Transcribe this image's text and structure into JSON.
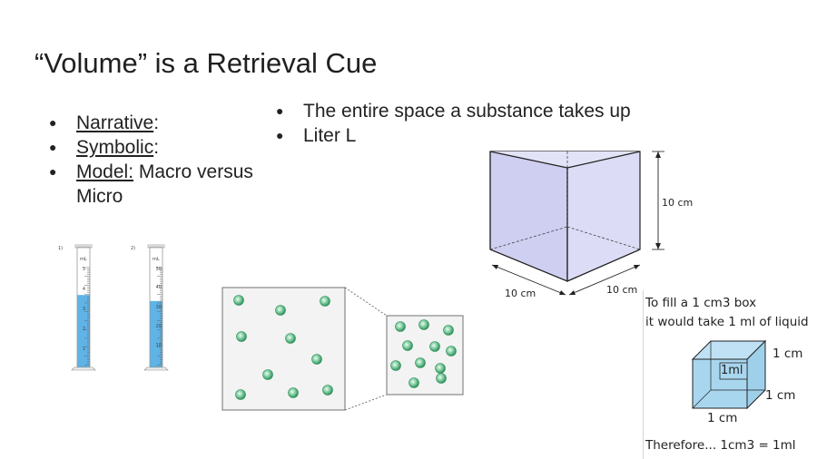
{
  "title": "“Volume” is a Retrieval Cue",
  "left_list": [
    {
      "label": "Narrative",
      "suffix": ":"
    },
    {
      "label": "Symbolic",
      "suffix": ":"
    },
    {
      "label": "Model:",
      "suffix": " Macro versus Micro"
    }
  ],
  "right_list": [
    "The entire space a substance takes up",
    "Liter L"
  ],
  "cylinders": [
    {
      "number": "1)",
      "unit": "mL",
      "fill_fraction": 0.6,
      "ticks": [
        "5",
        "4",
        "3",
        "2",
        "1"
      ]
    },
    {
      "number": "2)",
      "unit": "mL",
      "fill_fraction": 0.55,
      "ticks": [
        "50",
        "40",
        "30",
        "20",
        "10"
      ]
    }
  ],
  "cube": {
    "height_label": "10 cm",
    "depth_label": "10 cm",
    "width_label": "10 cm"
  },
  "small_box": {
    "line1": "To fill a 1 cm3 box",
    "line2": "it would take 1 ml of liquid",
    "center_label": "1ml",
    "height_label": "1 cm",
    "depth_label": "1 cm",
    "width_label": "1 cm",
    "conclusion": "Therefore... 1cm3 = 1ml"
  },
  "colors": {
    "liquid": "#5fb3e6",
    "cube_fill": "#d4d4f4",
    "particle": "#4aa37a",
    "box_fill": "#a9d6ef"
  }
}
